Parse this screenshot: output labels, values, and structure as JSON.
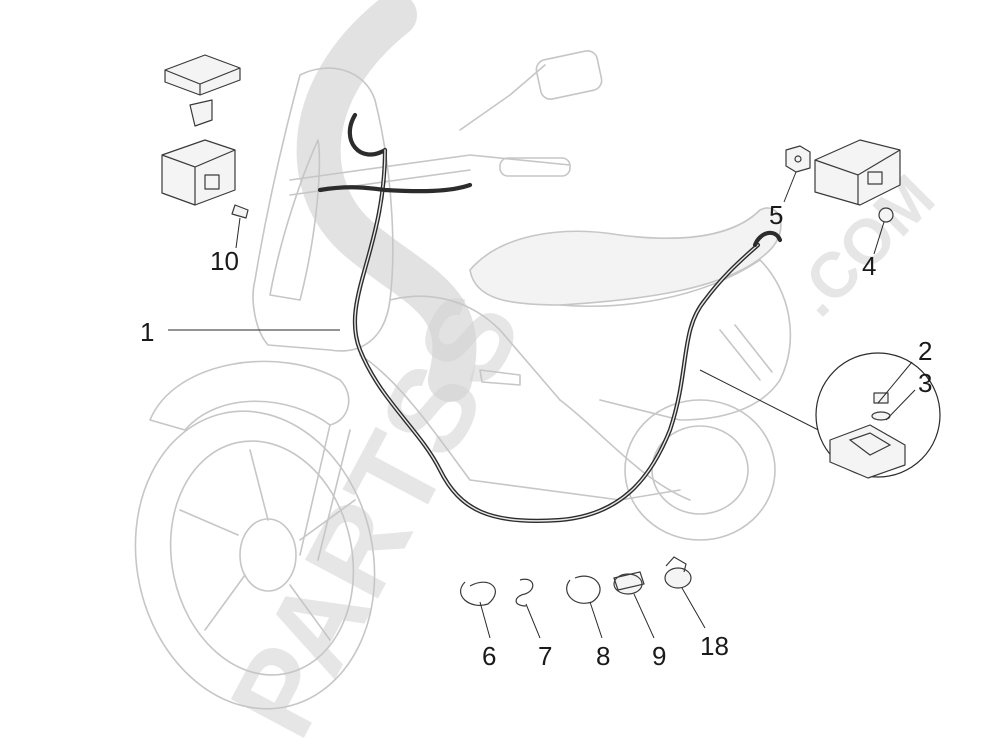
{
  "watermark": {
    "brand": "PARTSS",
    "suffix": ".COM"
  },
  "callouts": [
    {
      "id": "1",
      "label": "1"
    },
    {
      "id": "2",
      "label": "2"
    },
    {
      "id": "3",
      "label": "3"
    },
    {
      "id": "4",
      "label": "4"
    },
    {
      "id": "5",
      "label": "5"
    },
    {
      "id": "6",
      "label": "6"
    },
    {
      "id": "7",
      "label": "7"
    },
    {
      "id": "8",
      "label": "8"
    },
    {
      "id": "9",
      "label": "9"
    },
    {
      "id": "10",
      "label": "10"
    },
    {
      "id": "18",
      "label": "18"
    }
  ],
  "colors": {
    "background": "#ffffff",
    "ghost_outline": "#c6c6c6",
    "part_outline": "#3a3a3a",
    "watermark": "#d2d2d2"
  }
}
